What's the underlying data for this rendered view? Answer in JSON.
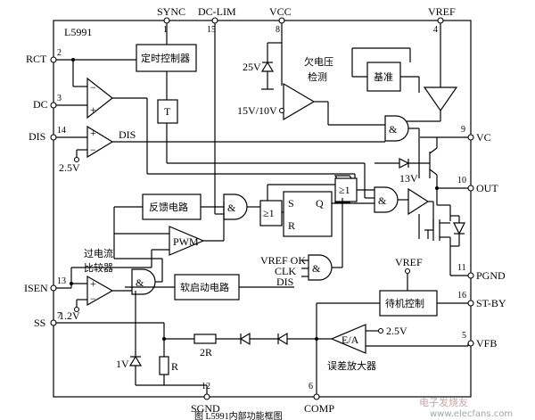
{
  "chip": {
    "name": "L5991"
  },
  "pins": {
    "sync": {
      "name": "SYNC",
      "num": "1"
    },
    "dclim": {
      "name": "DC-LIM",
      "num": "15"
    },
    "vcc": {
      "name": "VCC",
      "num": "8"
    },
    "vref": {
      "name": "VREF",
      "num": "4"
    },
    "rct": {
      "name": "RCT",
      "num": "2"
    },
    "dc": {
      "name": "DC",
      "num": "3"
    },
    "dis": {
      "name": "DIS",
      "num": "14"
    },
    "isen": {
      "name": "ISEN",
      "num": "13"
    },
    "ss": {
      "name": "SS",
      "num": "7"
    },
    "vc": {
      "name": "VC",
      "num": "9"
    },
    "out": {
      "name": "OUT",
      "num": "10"
    },
    "pgnd": {
      "name": "PGND",
      "num": "11"
    },
    "stby": {
      "name": "ST-BY",
      "num": "16"
    },
    "vfb": {
      "name": "VFB",
      "num": "5"
    },
    "sgnd": {
      "name": "SGND",
      "num": "12"
    },
    "comp": {
      "name": "COMP",
      "num": "6"
    }
  },
  "blocks": {
    "timer": "定时控制器",
    "uvlo_line1": "欠电压",
    "uvlo_line2": "检测",
    "ref": "基准",
    "feedback": "反馈电路",
    "pwm": "PWM",
    "ocp_line1": "过电流",
    "ocp_line2": "比较器",
    "softstart": "软启动电路",
    "standby": "待机控制",
    "ea": "E/A",
    "ea_caption": "误差放大器",
    "t_block": "T"
  },
  "labels": {
    "v25_zener": "25V",
    "uvlo_thresh": "15V/10V",
    "dis_ref": "2.5V",
    "dis_out": "DIS",
    "v13": "13V",
    "isen_ref": "1.2V",
    "ea_ref": "2.5V",
    "v1_zener": "1V",
    "r": "R",
    "r2": "2R",
    "vrefok": "VREF OK",
    "clk": "CLK",
    "dis_in": "DIS",
    "ff_s": "S",
    "ff_r": "R",
    "ff_q": "Q",
    "and": "&",
    "or": "≥1",
    "vref_tap": "VREF"
  },
  "caption": "图 L5991内部功能框图",
  "watermark": {
    "line1": "电子发烧友",
    "line2": "www.elecfans.com"
  }
}
